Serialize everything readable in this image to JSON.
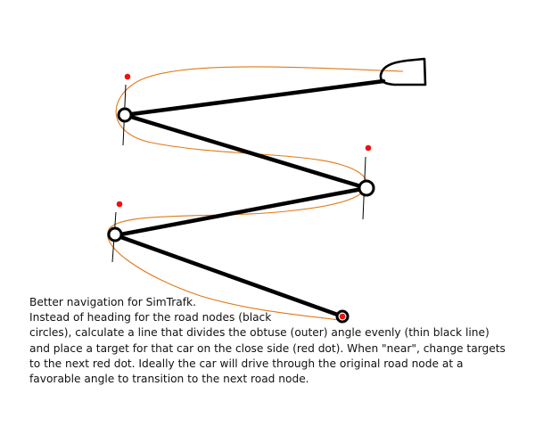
{
  "diagram": {
    "colors": {
      "road": "#000000",
      "path": "#e07a18",
      "target": "#ee1111",
      "background": "#ffffff"
    },
    "node_icon": "black-circle-node",
    "target_icon": "red-dot",
    "car_icon": "car-outline"
  },
  "caption": {
    "lines": [
      "Better navigation for SimTrafk.",
      "Instead of heading for the road nodes (black",
      "circles), calculate a line that divides the obtuse (outer) angle evenly (thin black line)",
      "and place a target for that car on the close side (red dot).  When \"near\", change targets",
      "to the next red dot.  Ideally the car will drive through the original road node at a",
      "favorable angle to transition to the next road node."
    ]
  }
}
